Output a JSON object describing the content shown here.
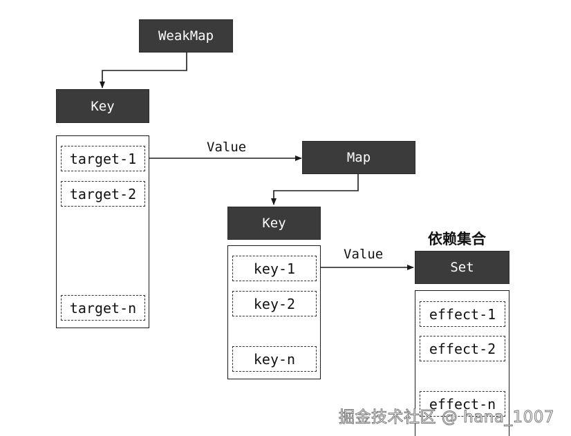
{
  "weakmap": {
    "label": "WeakMap"
  },
  "outer_key": {
    "label": "Key",
    "items": [
      "target-1",
      "target-2",
      "target-n"
    ]
  },
  "outer_value_label": "Value",
  "map": {
    "label": "Map"
  },
  "inner_key": {
    "label": "Key",
    "items": [
      "key-1",
      "key-2",
      "key-n"
    ]
  },
  "inner_value_label": "Value",
  "dependency_set_title": "依赖集合",
  "set": {
    "label": "Set",
    "items": [
      "effect-1",
      "effect-2",
      "effect-n"
    ]
  },
  "watermark": "掘金技术社区 @ hana_1007",
  "colors": {
    "box_fill": "#3b3b3b",
    "box_text": "#ffffff",
    "line": "#1a1a1a"
  }
}
